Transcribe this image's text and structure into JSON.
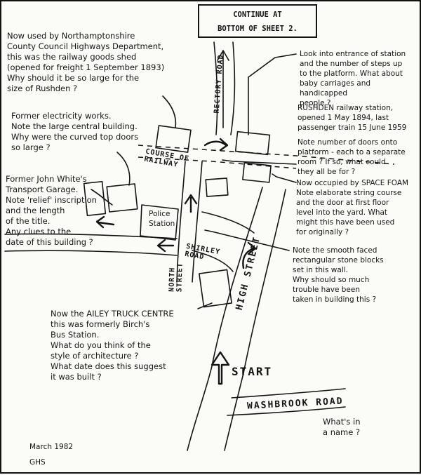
{
  "continue_box": "CONTINUE AT\nBOTTOM OF SHEET 2.",
  "streets": {
    "rectory_road": "RECTORY ROAD",
    "course_of_railway": "COURSE OF\nRAILWAY",
    "police_station": "Police\nStation",
    "shirley_road": "SHIRLEY\nROAD",
    "north_street": "NORTH\nSTREET",
    "high_street": "HIGH STREET",
    "washbrook_road": "WASHBROOK ROAD",
    "start": "START"
  },
  "notes": {
    "goods_shed": "Now used by Northamptonshire\nCounty Council Highways Department,\nthis was the railway goods shed\n(opened for freight 1 September 1893)\nWhy should it be so large for the\nsize of Rushden ?",
    "electricity_works": "Former electricity works.\nNote the large central building.\nWhy were the curved top doors\nso large ?",
    "white_garage": "Former John White's\nTransport Garage.\nNote 'relief' inscription\nand the length\nof the title.\nAny clues to the\ndate of this building ?",
    "station_entrance": "Look into entrance of station\nand the number of steps up\nto the platform. What about\nbaby carriages and handicapped\npeople ?",
    "rushden_station": "RUSHDEN railway station,\nopened 1 May 1894, last\npassenger train 15 June 1959",
    "station_doors": "Note number of doors onto\nplatform - each to a separate\nroom ? If so, what could\nthey all be for ?",
    "space_foam": "Now occupied by SPACE FOAM\nNote elaborate string course\nand the door at first floor\nlevel into the yard. What\nmight this have been used\nfor originally ?",
    "stone_blocks": "Note the smooth faced\nrectangular stone blocks\nset in this wall.\nWhy should so much\ntrouble have been\ntaken in building this ?",
    "ailey_truck": "Now the AILEY TRUCK CENTRE\nthis was formerly Birch's\nBus Station.\nWhat do you think of the\nstyle of architecture ?\nWhat date does this suggest\nit was built ?",
    "name_question": "What's in\na name ?",
    "date": "March 1982",
    "initials": "GHS"
  }
}
